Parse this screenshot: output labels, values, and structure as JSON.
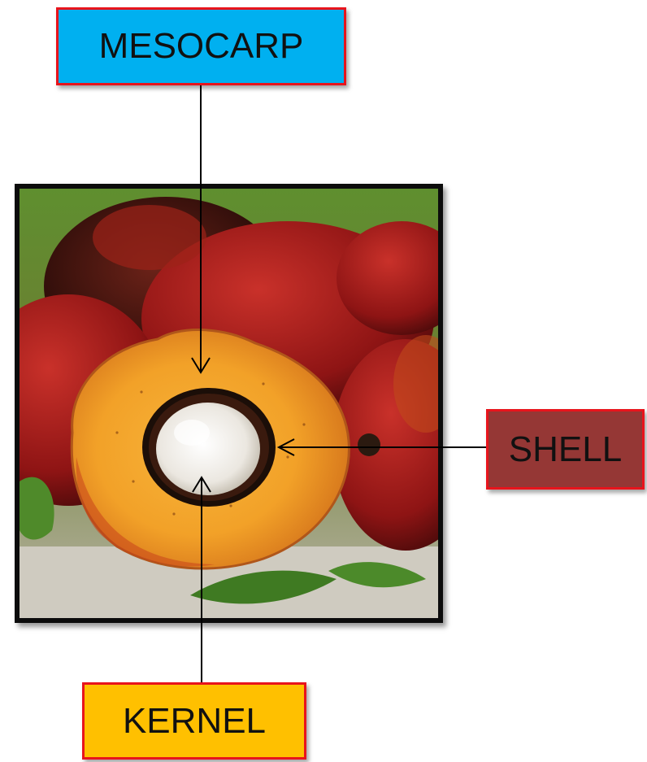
{
  "labels": {
    "mesocarp": "MESOCARP",
    "shell": "SHELL",
    "kernel": "KERNEL"
  },
  "colors": {
    "mesocarp_box": "#00b0f0",
    "shell_box": "#953735",
    "kernel_box": "#ffc000",
    "box_border": "#e8141c",
    "frame": "#0c0c0c",
    "arrow": "#000000"
  },
  "photo": {
    "subject": "cross-section of oil palm fruit"
  }
}
